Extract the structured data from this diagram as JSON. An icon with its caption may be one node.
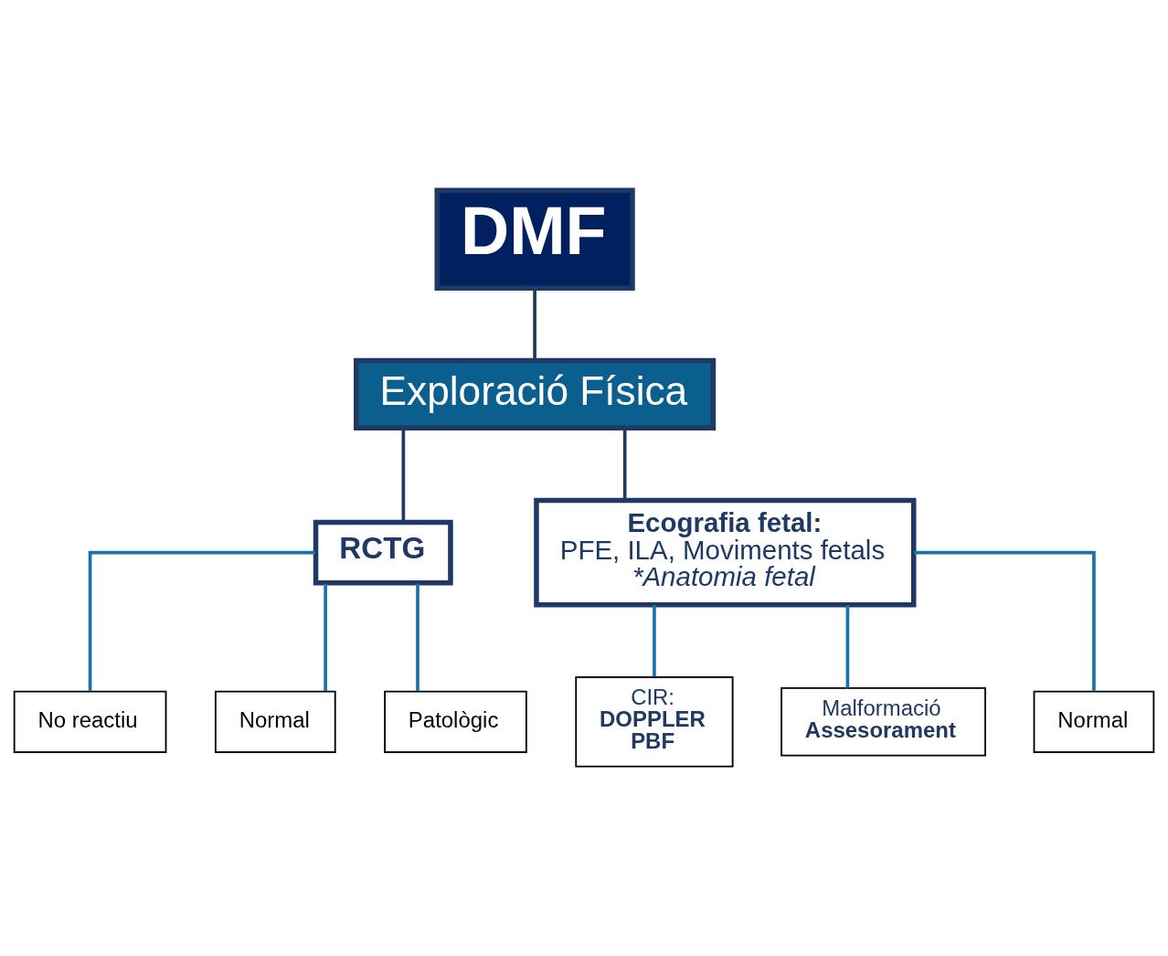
{
  "diagram": {
    "nodes": [
      {
        "text": [
          "DMF"
        ]
      },
      {
        "text": [
          "Exploració Física"
        ]
      },
      {
        "text": [
          "RCTG"
        ]
      },
      {
        "text": [
          "Ecografia fetal:",
          "PFE, ILA, Moviments fetals",
          "*Anatomia fetal"
        ]
      },
      {
        "text": [
          "No reactiu"
        ]
      },
      {
        "text": [
          "Normal"
        ]
      },
      {
        "text": [
          "Patològic"
        ]
      },
      {
        "text": [
          "CIR:",
          "DOPPLER",
          "PBF"
        ]
      },
      {
        "text": [
          "Malformació",
          "Assesorament"
        ]
      },
      {
        "text": [
          "Normal"
        ]
      }
    ],
    "edges": [
      {
        "from": 0,
        "to": 1,
        "arrow": "none",
        "color": "#1f3864"
      },
      {
        "from": 1,
        "to": 2,
        "arrow": "none",
        "color": "#1f3864"
      },
      {
        "from": 1,
        "to": 3,
        "arrow": "none",
        "color": "#1f3864"
      },
      {
        "from": 2,
        "to": 4,
        "arrow": "none"
      },
      {
        "from": 2,
        "to": 5,
        "arrow": "none"
      },
      {
        "from": 2,
        "to": 6,
        "arrow": "none"
      },
      {
        "from": 3,
        "to": 7,
        "arrow": "none"
      },
      {
        "from": 3,
        "to": 8,
        "arrow": "none"
      },
      {
        "from": 3,
        "to": 9,
        "arrow": "none"
      }
    ]
  }
}
